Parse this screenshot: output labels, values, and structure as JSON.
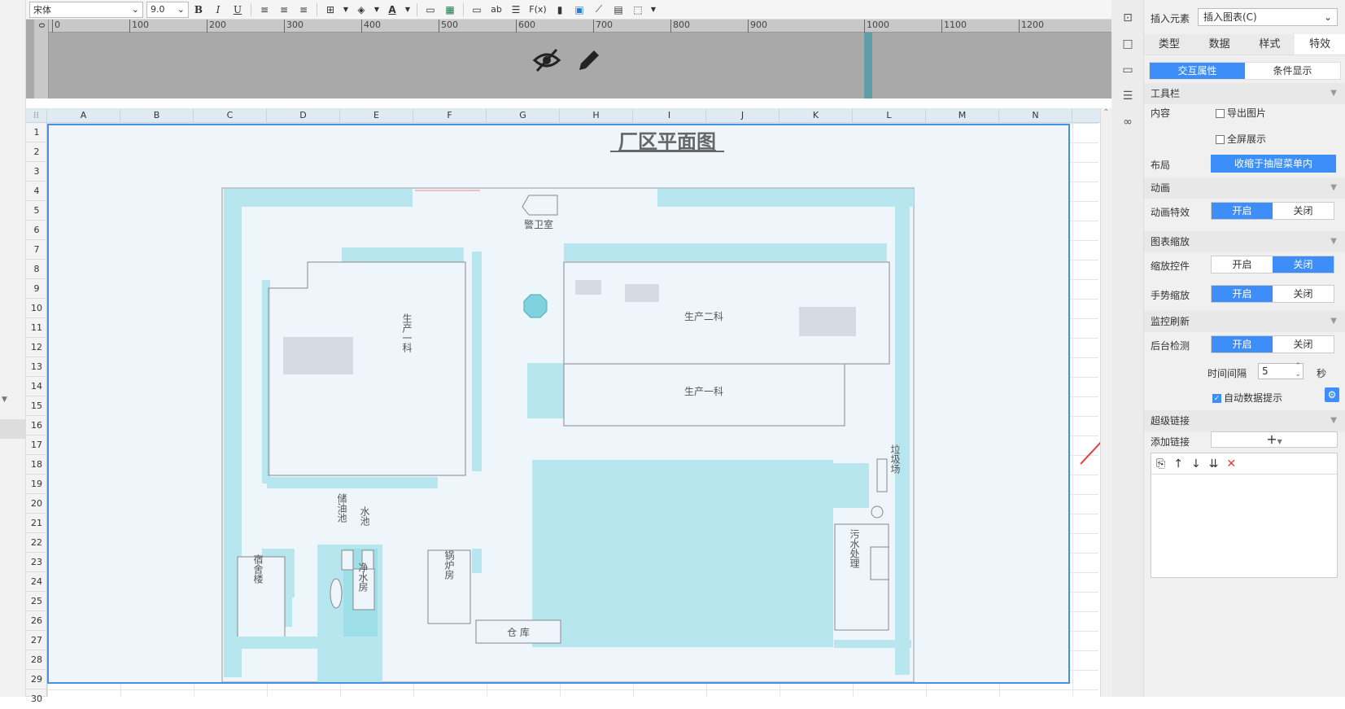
{
  "toolbar": {
    "font_name": "宋体",
    "font_size": "9.0",
    "bold": "B",
    "italic": "I",
    "underline": "U",
    "font_color_glyph": "A",
    "text_ab": "ab",
    "formula": "F(x)"
  },
  "ruler": {
    "ticks": [
      "0",
      "100",
      "200",
      "300",
      "400",
      "500",
      "600",
      "700",
      "800",
      "900",
      "1000",
      "1100",
      "1200"
    ],
    "v_tick": "0"
  },
  "columns": [
    "A",
    "B",
    "C",
    "D",
    "E",
    "F",
    "G",
    "H",
    "I",
    "J",
    "K",
    "L",
    "M",
    "N"
  ],
  "rows": [
    "1",
    "2",
    "3",
    "4",
    "5",
    "6",
    "7",
    "8",
    "9",
    "10",
    "11",
    "12",
    "13",
    "14",
    "15",
    "16",
    "17",
    "18",
    "19",
    "20",
    "21",
    "22",
    "23",
    "24",
    "25",
    "26",
    "27",
    "28",
    "29",
    "30"
  ],
  "map": {
    "title": "厂区平面图",
    "labels": {
      "guard": "警卫室",
      "prod1_left": "生产一科",
      "prod2": "生产二科",
      "prod1_right": "生产一科",
      "garbage": "垃圾场",
      "storage_pool": "储油池",
      "water_pool": "水池",
      "dorm": "宿舍楼",
      "water_house": "净水房",
      "boiler": "锅炉房",
      "warehouse": "仓 库",
      "sewage": "污水处理"
    }
  },
  "panel": {
    "insert_label": "插入元素",
    "insert_value": "插入图表(C)",
    "tabs": [
      "类型",
      "数据",
      "样式",
      "特效"
    ],
    "active_tab": "特效",
    "subtabs": [
      "交互属性",
      "条件显示"
    ],
    "toolbar_section": "工具栏",
    "content_label": "内容",
    "export_image": "导出图片",
    "fullscreen": "全屏展示",
    "layout_label": "布局",
    "layout_value": "收缩于抽屉菜单内",
    "animation_section": "动画",
    "animation_effect": "动画特效",
    "zoom_section": "图表缩放",
    "zoom_control": "缩放控件",
    "gesture_zoom": "手势缩放",
    "monitor_section": "监控刷新",
    "bg_check": "后台检测",
    "interval_label": "时间间隔",
    "interval_value": "5",
    "interval_unit": "秒",
    "auto_tip": "自动数据提示",
    "hyperlink_section": "超级链接",
    "add_link": "添加链接",
    "on": "开启",
    "off": "关闭",
    "plus": "+"
  },
  "colors": {
    "accent": "#3d8ef8",
    "map_fill": "#b8e6ee",
    "arrow": "#e53935"
  }
}
